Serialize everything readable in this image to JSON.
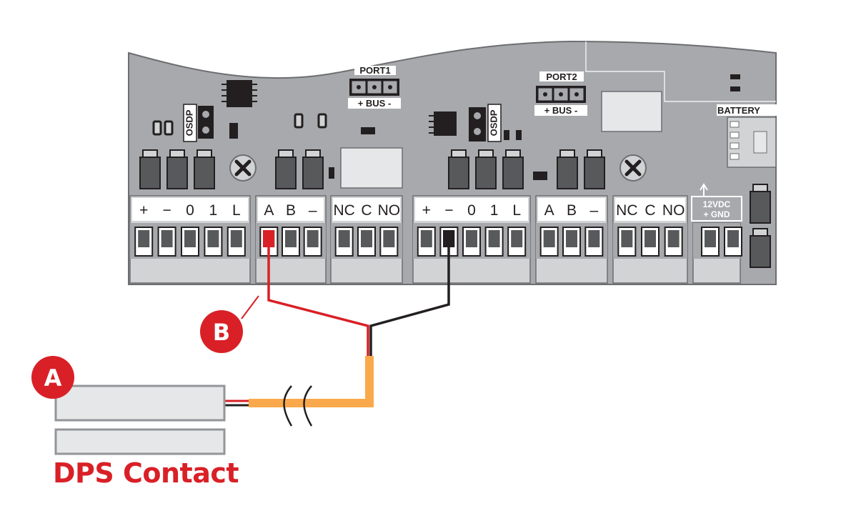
{
  "board": {
    "port1_label": "PORT1",
    "port2_label": "PORT2",
    "bus_label": "+ BUS -",
    "osdp_label": "OSDP",
    "battery_label": "BATTERY",
    "power_label_top": "12VDC",
    "power_label_bottom": "+  GND"
  },
  "terminal_groups": [
    {
      "labels": [
        "+",
        "−",
        "0",
        "1",
        "L"
      ]
    },
    {
      "labels": [
        "A",
        "B",
        "–"
      ]
    },
    {
      "labels": [
        "NC",
        "C",
        "NO"
      ]
    },
    {
      "labels": [
        "+",
        "−",
        "0",
        "1",
        "L"
      ]
    },
    {
      "labels": [
        "A",
        "B",
        "–"
      ]
    },
    {
      "labels": [
        "NC",
        "C",
        "NO"
      ]
    }
  ],
  "callouts": {
    "a": "A",
    "b": "B"
  },
  "contact_caption": "DPS Contact",
  "colors": {
    "board": "#a7a9ac",
    "red_wire": "#d92027",
    "black_wire": "#231f20",
    "cable_jacket": "#f9a94b",
    "callout_red": "#d92027"
  }
}
